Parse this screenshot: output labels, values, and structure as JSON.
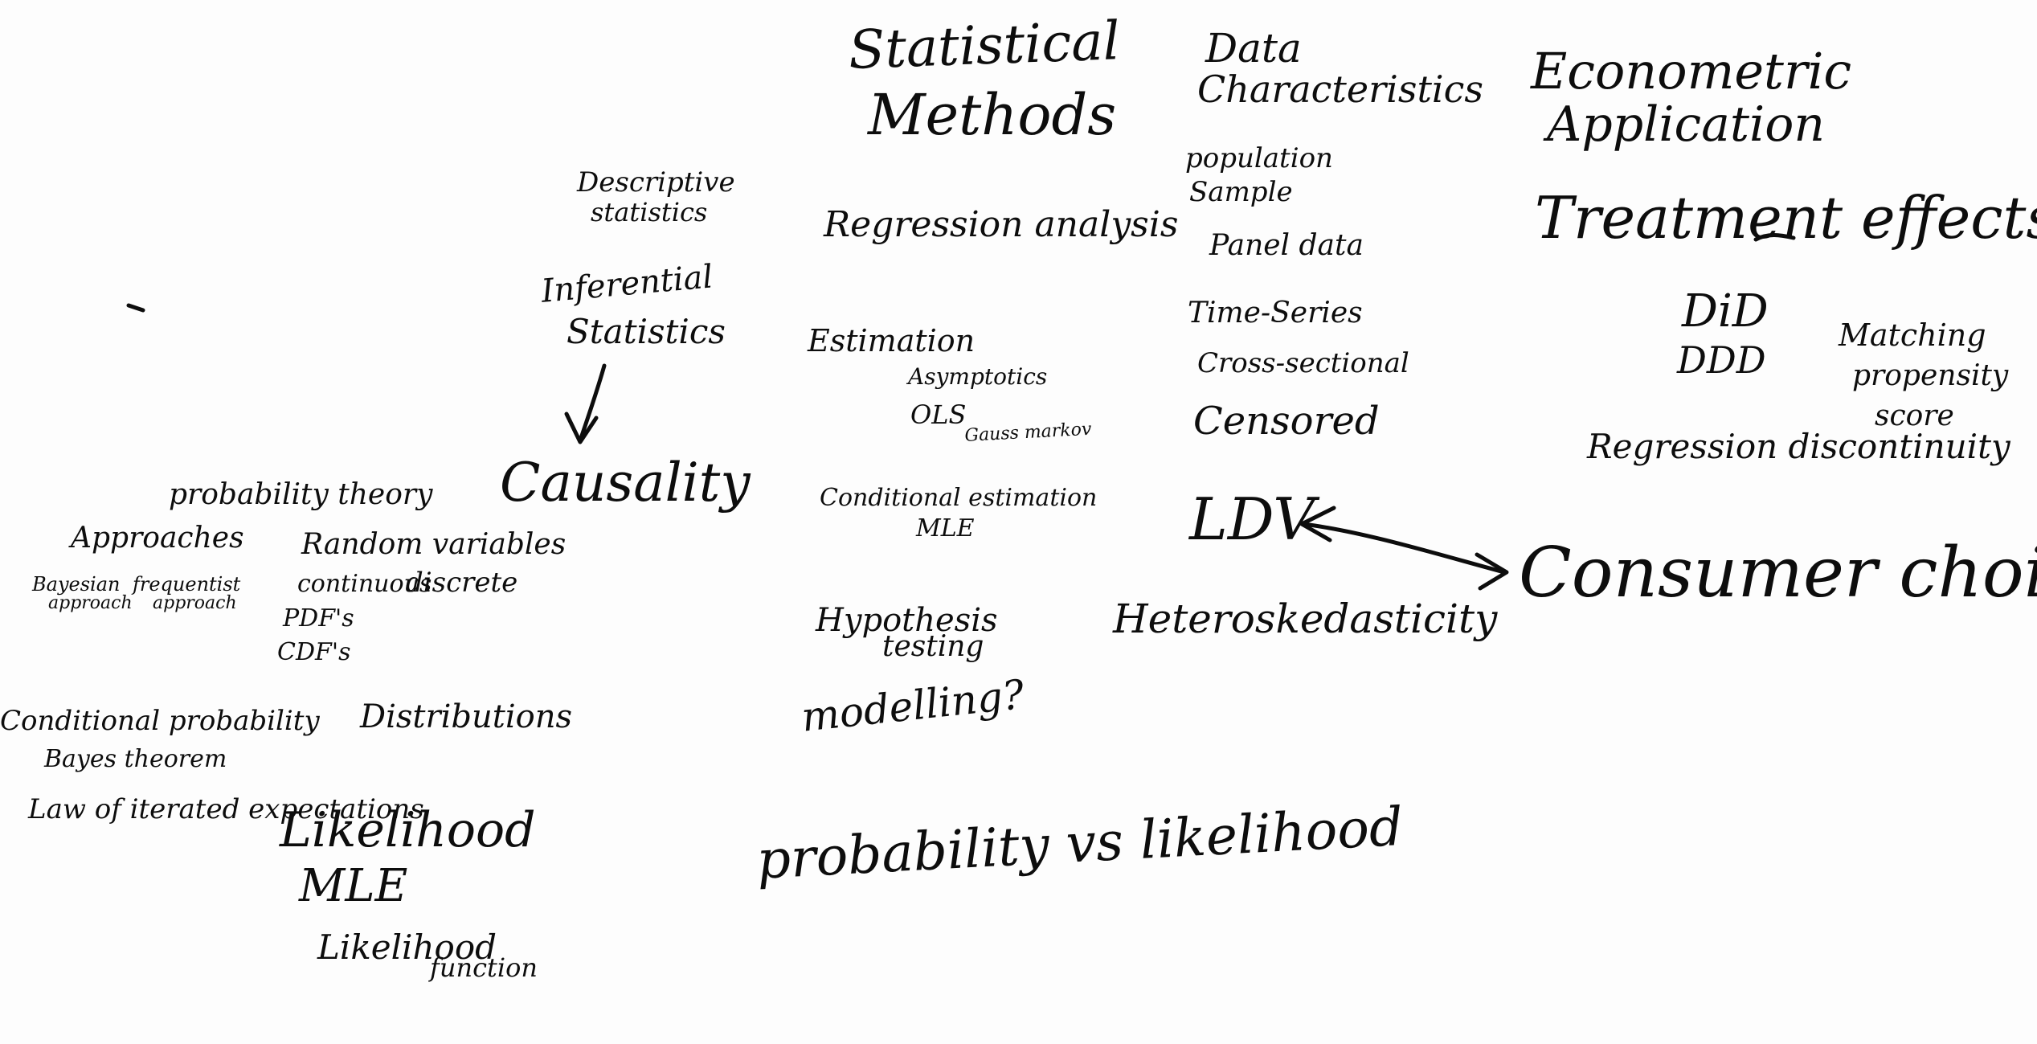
{
  "columns": {
    "statistical_methods": {
      "heading_line1": "Statistical",
      "heading_line2": "Methods",
      "items": {
        "regression": "Regression analysis",
        "estimation": "Estimation",
        "asymptotics": "Asymptotics",
        "ols": "OLS",
        "gauss_markov": "Gauss markov",
        "conditional_estimation": "Conditional estimation",
        "mle": "MLE",
        "hypothesis_line1": "Hypothesis",
        "hypothesis_line2": "testing",
        "modelling": "modelling?"
      }
    },
    "data_characteristics": {
      "heading_line1": "Data",
      "heading_line2": "Characteristics",
      "items": {
        "population": "population",
        "sample": "Sample",
        "panel": "Panel data",
        "time_series": "Time-Series",
        "cross_sectional": "Cross-sectional",
        "censored": "Censored",
        "ldv": "LDV",
        "heteroskedasticity": "Heteroskedasticity"
      }
    },
    "econometric_application": {
      "heading_line1": "Econometric",
      "heading_line2": "Application",
      "items": {
        "treatment_effects": "Treatment effects",
        "did": "DiD",
        "ddd": "DDD",
        "matching_line1": "Matching",
        "matching_line2": "propensity",
        "matching_line3": "score",
        "regression_discontinuity": "Regression discontinuity",
        "consumer_choice": "Consumer choice"
      }
    }
  },
  "left_notes": {
    "descriptive_line1": "Descriptive",
    "descriptive_line2": "statistics",
    "inferential_line1": "Inferential",
    "inferential_line2": "Statistics",
    "causality": "Causality",
    "probability_theory": "probability theory",
    "approaches": "Approaches",
    "bayesian_line1": "Bayesian",
    "bayesian_line2": "approach",
    "frequentist_line1": "frequentist",
    "frequentist_line2": "approach",
    "random_variables": "Random variables",
    "continuous": "continuous",
    "discrete": "discrete",
    "pdfs": "PDF's",
    "cdfs": "CDF's",
    "conditional_probability": "Conditional probability",
    "bayes_theorem": "Bayes theorem",
    "law_iterated_expectations": "Law of iterated expectations",
    "likelihood": "Likelihood",
    "distributions": "Distributions",
    "mle": "MLE",
    "likelihood_function_line1": "Likelihood",
    "likelihood_function_line2": "function"
  },
  "bottom_note": "probability vs likelihood",
  "ink_color": "#0d0d0d",
  "background_color": "#fdfdfd"
}
